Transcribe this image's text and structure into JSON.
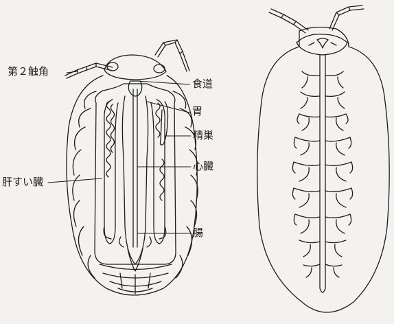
{
  "labels": {
    "antenna2": "第２触角",
    "esophagus": "食道",
    "stomach": "胃",
    "testis": "精巣",
    "heart": "心臓",
    "hepatopancreas": "肝すい臓",
    "intestine": "腸"
  },
  "colors": {
    "background": "#f3f2ee",
    "ink": "#1c1c1c"
  }
}
